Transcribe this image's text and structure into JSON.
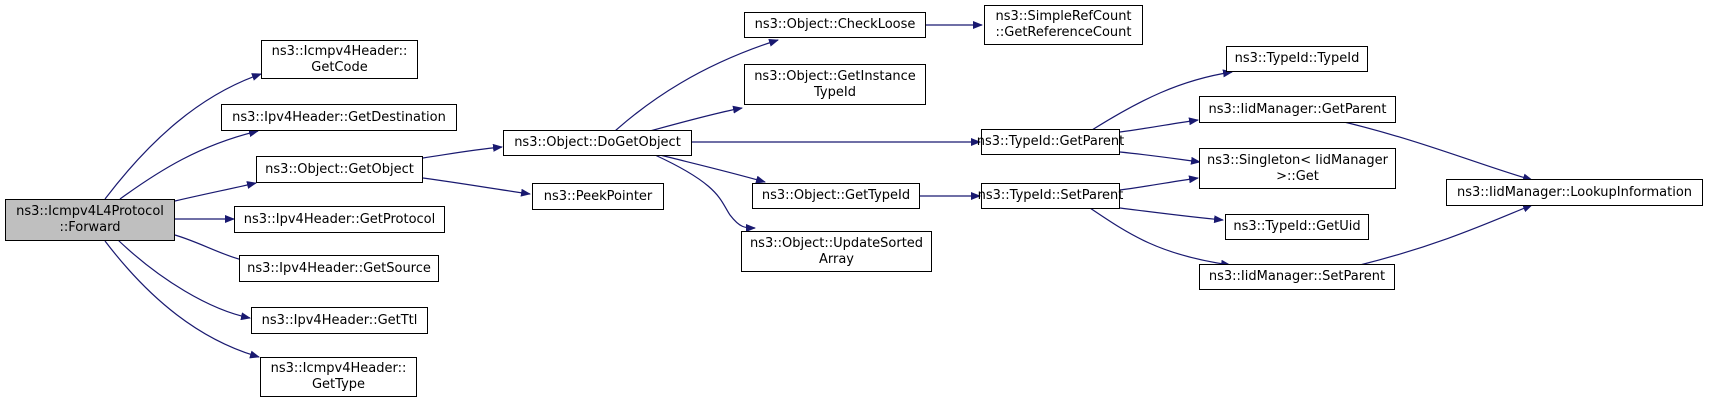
{
  "nodes": {
    "forward": {
      "lines": [
        "ns3::Icmpv4L4Protocol",
        "::Forward"
      ]
    },
    "getCode": {
      "lines": [
        "ns3::Icmpv4Header::",
        "GetCode"
      ]
    },
    "getDestination": {
      "lines": [
        "ns3::Ipv4Header::GetDestination"
      ]
    },
    "getObject": {
      "lines": [
        "ns3::Object::GetObject"
      ]
    },
    "getProtocol": {
      "lines": [
        "ns3::Ipv4Header::GetProtocol"
      ]
    },
    "getSource": {
      "lines": [
        "ns3::Ipv4Header::GetSource"
      ]
    },
    "getTtl": {
      "lines": [
        "ns3::Ipv4Header::GetTtl"
      ]
    },
    "getType": {
      "lines": [
        "ns3::Icmpv4Header::",
        "GetType"
      ]
    },
    "doGetObject": {
      "lines": [
        "ns3::Object::DoGetObject"
      ]
    },
    "peekPointer": {
      "lines": [
        "ns3::PeekPointer"
      ]
    },
    "checkLoose": {
      "lines": [
        "ns3::Object::CheckLoose"
      ]
    },
    "getInstanceTypeId": {
      "lines": [
        "ns3::Object::GetInstance",
        "TypeId"
      ]
    },
    "objGetTypeId": {
      "lines": [
        "ns3::Object::GetTypeId"
      ]
    },
    "updateSortedArray": {
      "lines": [
        "ns3::Object::UpdateSorted",
        "Array"
      ]
    },
    "getReferenceCount": {
      "lines": [
        "ns3::SimpleRefCount",
        "::GetReferenceCount"
      ]
    },
    "typeIdGetParent": {
      "lines": [
        "ns3::TypeId::GetParent"
      ]
    },
    "typeIdSetParent": {
      "lines": [
        "ns3::TypeId::SetParent"
      ]
    },
    "typeIdTypeId": {
      "lines": [
        "ns3::TypeId::TypeId"
      ]
    },
    "iidGetParent": {
      "lines": [
        "ns3::IidManager::GetParent"
      ]
    },
    "singletonGet": {
      "lines": [
        "ns3::Singleton< IidManager",
        ">::Get"
      ]
    },
    "getUid": {
      "lines": [
        "ns3::TypeId::GetUid"
      ]
    },
    "iidSetParent": {
      "lines": [
        "ns3::IidManager::SetParent"
      ]
    },
    "lookupInformation": {
      "lines": [
        "ns3::IidManager::LookupInformation"
      ]
    }
  },
  "edge_color": "#191970",
  "root_fill": "#bfbfbf"
}
